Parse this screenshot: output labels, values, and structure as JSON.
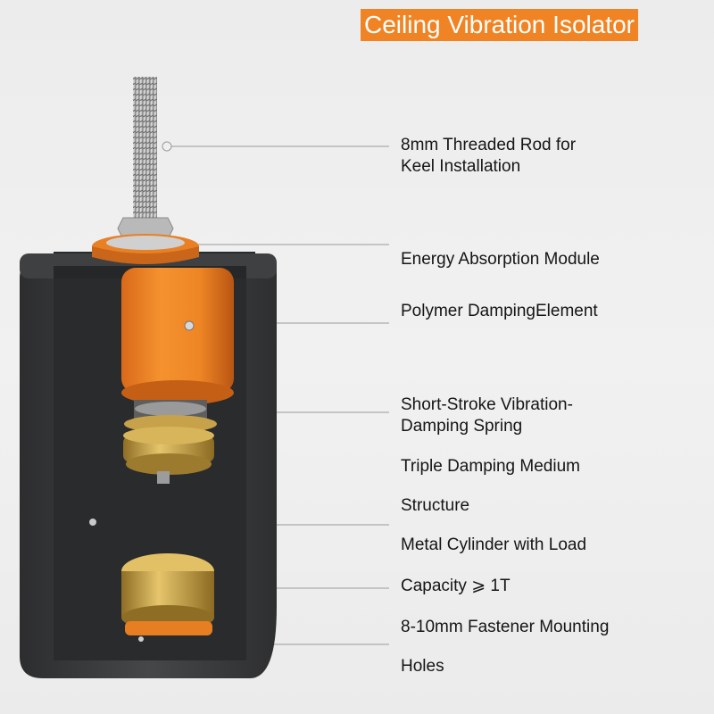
{
  "title": "Ceiling Vibration Isolator",
  "colors": {
    "accent": "#f08424",
    "housing": "#3a3b3c",
    "brass": "#c8a24a",
    "background": "#efefef",
    "text": "#151515"
  },
  "callouts": [
    {
      "lines": [
        "8mm Threaded Rod for",
        "Keel Installation"
      ]
    },
    {
      "lines": [
        "Energy Absorption Module"
      ]
    },
    {
      "lines": [
        "Polymer DampingElement"
      ]
    },
    {
      "lines": [
        "Short-Stroke Vibration-",
        "Damping Spring"
      ]
    },
    {
      "lines": [
        "Triple Damping Medium"
      ]
    },
    {
      "lines": [
        "Structure"
      ]
    },
    {
      "lines": [
        "Metal Cylinder with Load"
      ]
    },
    {
      "lines": [
        "Capacity ⩾ 1T"
      ]
    },
    {
      "lines": [
        "8-10mm Fastener Mounting"
      ]
    },
    {
      "lines": [
        "Holes"
      ]
    }
  ]
}
